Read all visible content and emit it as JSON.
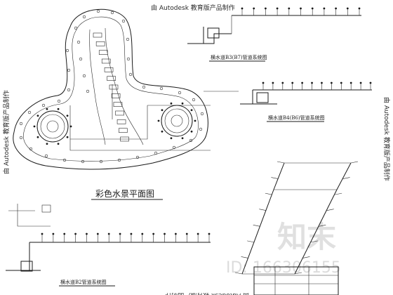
{
  "plan": {
    "title": "彩色水景平面图"
  },
  "sections": {
    "b3": {
      "title": "横水道B3(B7)管道系统图"
    },
    "b4": {
      "title": "横水道B4(B6)管道系统图"
    },
    "b2": {
      "title": "横水道B2管道系统图"
    }
  },
  "watermarks": {
    "autodesk": "由 Autodesk 教育版产品制作",
    "site_logo": "知末",
    "image_id": "ID: 166306155"
  },
  "colors": {
    "ink": "#1a1a1a",
    "paper": "#ffffff",
    "watermark": "#2a2a2a"
  }
}
